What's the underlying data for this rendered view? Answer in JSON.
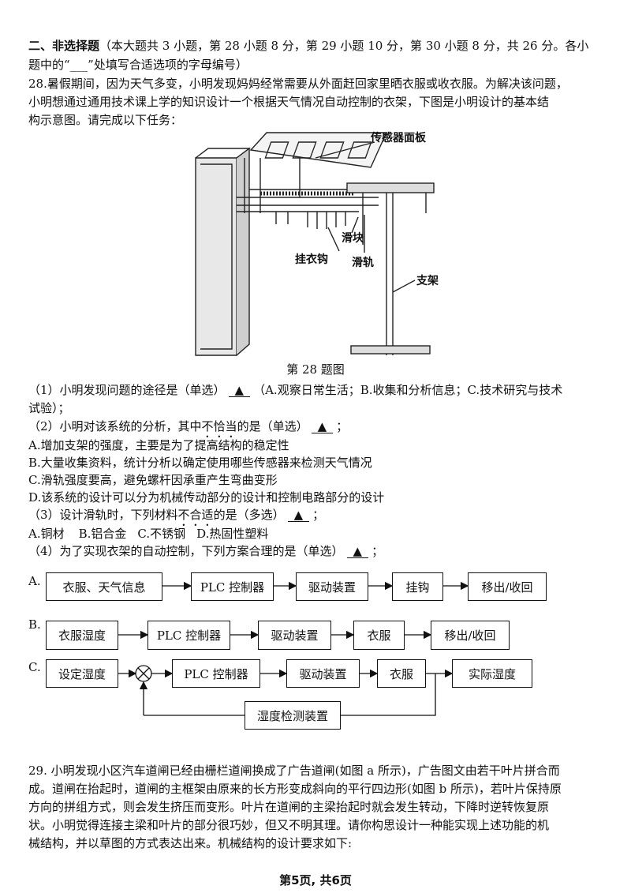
{
  "section": {
    "title": "二、非选择题",
    "desc_1": "（本大题共 3 小题，第 28 小题 8 分，第 29 小题 10 分，第 30 小题 8 分，共 26 分。各小",
    "desc_2": "题中的“___”处填写合适选项的字母编号）"
  },
  "q28": {
    "stem": [
      "28.暑假期间，因为天气多变，小明发现妈妈经常需要从外面赶回家里晒衣服或收衣服。为解决该问题，",
      "小明想通过通用技术课上学的知识设计一个根据天气情况自动控制的衣架，下图是小明设计的基本结",
      "构示意图。请完成以下任务："
    ],
    "figure": {
      "labels": {
        "sensor_panel": "传感器面板",
        "slider": "滑块",
        "hook": "挂衣钩",
        "rail": "滑轨",
        "stand": "支架"
      },
      "caption": "第 28 题图"
    },
    "blank": "▲",
    "p1_a": "（1）小明发现问题的途径是（单选）",
    "p1_b": "（A.观察日常生活；B.收集和分析信息；C.技术研究与技术",
    "p1_c": "试验）；",
    "p2_a": "（2）小明对该系统的分析，其中",
    "p2_em": "不恰当",
    "p2_b": "的是（单选）",
    "p2_options": [
      "A.增加支架的强度，主要是为了提高结构的稳定性",
      "B.大量收集资料，统计分析以确定使用哪些传感器来检测天气情况",
      "C.滑轨强度要高，避免螺杆因承重产生弯曲变形",
      "D.该系统的设计可以分为机械传动部分的设计和控制电路部分的设计"
    ],
    "p3_a": "（3）设计滑轨时，下列材料",
    "p3_em": "不合适",
    "p3_b": "的是（多选）",
    "p3_options": [
      "A.铜材",
      "B.铝合金",
      "C.不锈钢",
      "D.热固性塑料"
    ],
    "p4": "（4）为了实现衣架的自动控制，下列方案合理的是（单选）",
    "semicolon": "；",
    "schemes": {
      "A": {
        "label": "A.",
        "boxes": [
          "衣服、天气信息",
          "PLC 控制器",
          "驱动装置",
          "挂钩",
          "移出/收回"
        ]
      },
      "B": {
        "label": "B.",
        "boxes": [
          "衣服湿度",
          "PLC 控制器",
          "驱动装置",
          "衣服",
          "移出/收回"
        ]
      },
      "C": {
        "label": "C.",
        "boxes": [
          "设定湿度",
          "PLC 控制器",
          "驱动装置",
          "衣服",
          "实际湿度"
        ],
        "feedback": "湿度检测装置"
      }
    }
  },
  "q29": {
    "stem": [
      "29. 小明发现小区汽车道闸已经由栅栏道闸换成了广告道闸(如图 a 所示)，广告图文由若干叶片拼合而",
      "成。道闸在抬起时，道闸的主框架由原来的长方形变成斜向的平行四边形(如图 b 所示)，若叶片保持原",
      "方向的拼组方式，则会发生挤压而变形。叶片在道闸的主梁抬起时就会发生转动，下降时逆转恢复原",
      "状。小明觉得连接主梁和叶片的部分很巧妙，但又不明其理。请你构思设计一种能实现上述功能的机",
      "械结构，并以草图的方式表达出来。机械结构的设计要求如下:"
    ]
  },
  "footer": "第5页, 共6页"
}
